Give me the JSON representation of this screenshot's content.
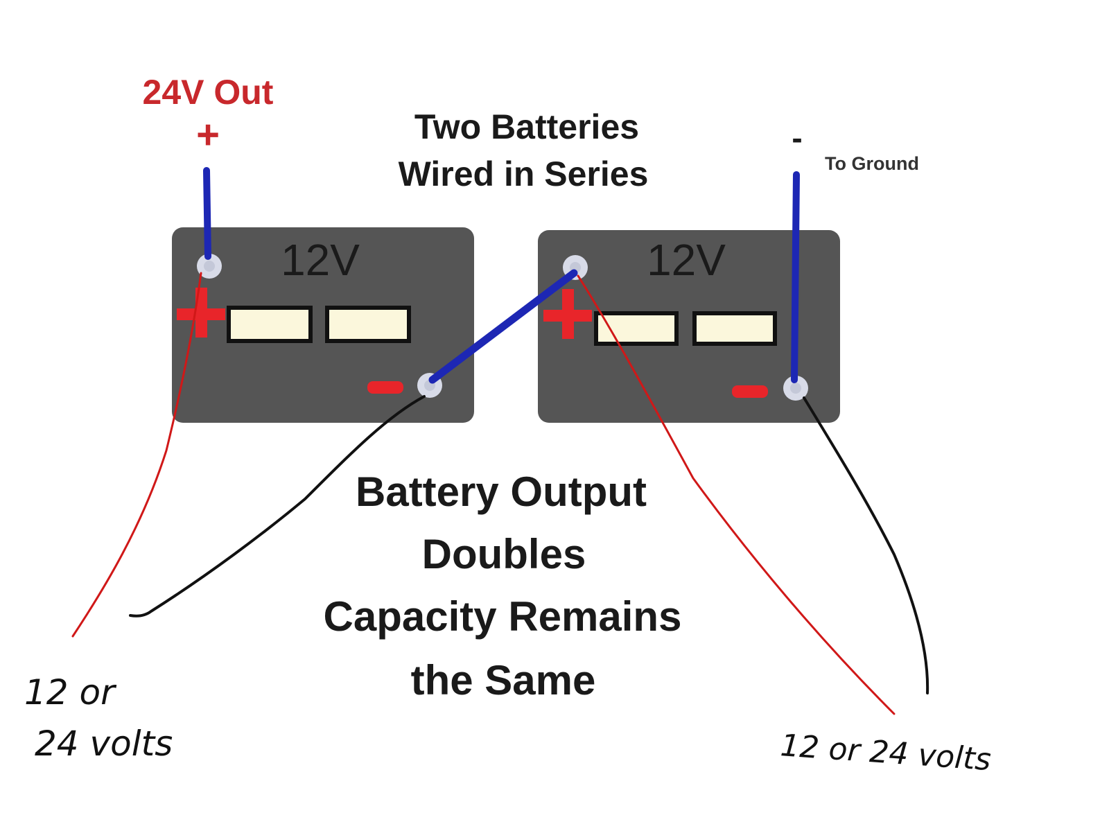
{
  "diagram": {
    "title_line1": "Two Batteries",
    "title_line2": "Wired in Series",
    "out_label": "24V Out",
    "plus_sign": "+",
    "minus_sign": "-",
    "ground_label": "To Ground",
    "batteries": [
      {
        "label": "12V"
      },
      {
        "label": "12V"
      }
    ],
    "caption_lines": [
      "Battery Output",
      "Doubles",
      "Capacity Remains",
      "the Same"
    ]
  },
  "annotations": {
    "left_line1": "12 or",
    "left_line2": "24 volts",
    "right_line": "12 or 24 volts"
  },
  "colors": {
    "out_label": "#c8282c",
    "battery_body": "#555555",
    "terminal": "#d8dbe8",
    "cell": "#fbf7dc",
    "plus_mark": "#e8252a",
    "wire": "#1d27b4",
    "hand_red": "#d01818",
    "hand_black": "#111111",
    "text": "#1a1a1a"
  }
}
